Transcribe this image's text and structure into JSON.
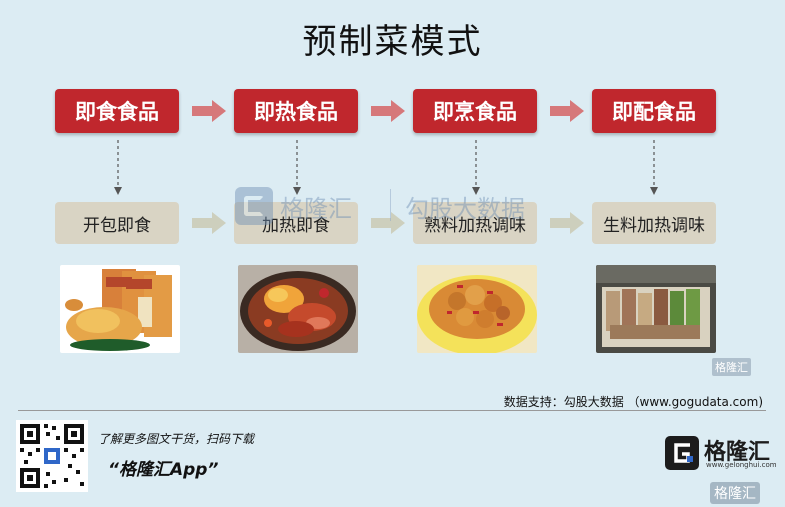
{
  "title": "预制菜模式",
  "top_row": [
    {
      "label": "即食食品"
    },
    {
      "label": "即热食品"
    },
    {
      "label": "即烹食品"
    },
    {
      "label": "即配食品"
    }
  ],
  "bottom_row": [
    {
      "label": "开包即食"
    },
    {
      "label": "加热即食"
    },
    {
      "label": "熟料加热调味"
    },
    {
      "label": "生料加热调味"
    }
  ],
  "watermark": {
    "center_brand": "格隆汇",
    "center_source": "勾股大数据",
    "small_mark": "格隆汇"
  },
  "source_note": "数据支持：勾股大数据 （www.gogudata.com)",
  "footer": {
    "promo_line": "了解更多图文干货，扫码下载",
    "app_name": "“格隆汇App”",
    "brand": "格隆汇",
    "brand_url": "www.gelonghui.com",
    "corner_mark": "格隆汇"
  },
  "colors": {
    "background": "#dcecf3",
    "red_box": "#c0272d",
    "red_arrow": "#d6787a",
    "grey_box": "#d9d4c4",
    "grey_arrow": "#cdcfbd"
  }
}
